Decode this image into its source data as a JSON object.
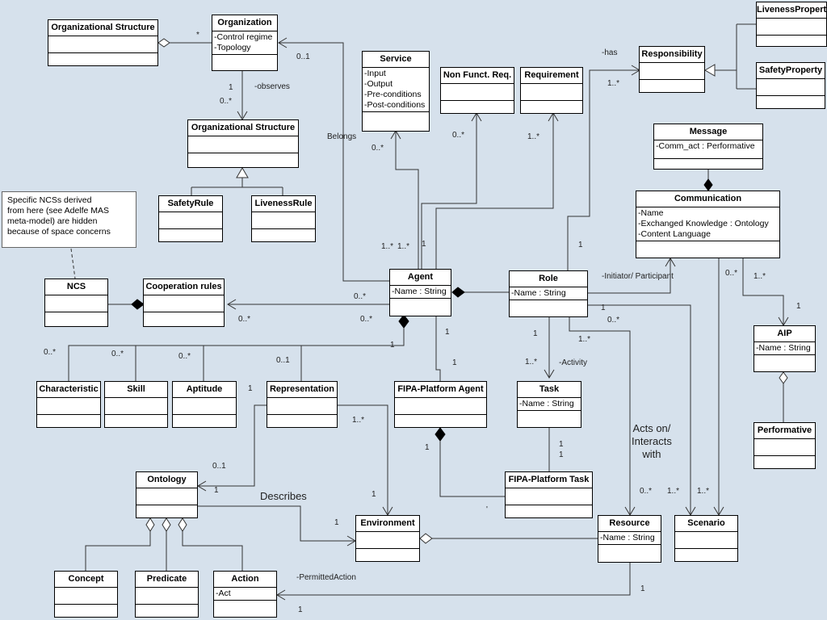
{
  "classes": {
    "org_structure_top": {
      "name": "Organizational Structure",
      "attrs": []
    },
    "organization": {
      "name": "Organization",
      "attrs": [
        "-Control regime",
        "-Topology"
      ]
    },
    "org_structure_mid": {
      "name": "Organizational Structure",
      "attrs": []
    },
    "safety_rule": {
      "name": "SafetyRule",
      "attrs": []
    },
    "liveness_rule": {
      "name": "LivenessRule",
      "attrs": []
    },
    "service": {
      "name": "Service",
      "attrs": [
        "-Input",
        "-Output",
        "-Pre-conditions",
        "-Post-conditions"
      ]
    },
    "non_funct_req": {
      "name": "Non Funct. Req.",
      "attrs": []
    },
    "requirement": {
      "name": "Requirement",
      "attrs": []
    },
    "responsibility": {
      "name": "Responsibility",
      "attrs": []
    },
    "liveness_property": {
      "name": "LivenessPropert",
      "attrs": []
    },
    "safety_property": {
      "name": "SafetyProperty",
      "attrs": []
    },
    "message": {
      "name": "Message",
      "attrs": [
        "-Comm_act : Performative"
      ]
    },
    "communication": {
      "name": "Communication",
      "attrs": [
        "-Name",
        "-Exchanged Knowledge : Ontology",
        "-Content Language"
      ]
    },
    "ncs": {
      "name": "NCS",
      "attrs": []
    },
    "cooperation_rules": {
      "name": "Cooperation rules",
      "attrs": []
    },
    "agent": {
      "name": "Agent",
      "attrs": [
        "-Name : String"
      ]
    },
    "role": {
      "name": "Role",
      "attrs": [
        "-Name : String"
      ]
    },
    "aip": {
      "name": "AIP",
      "attrs": [
        "-Name : String"
      ]
    },
    "characteristic": {
      "name": "Characteristic",
      "attrs": []
    },
    "skill": {
      "name": "Skill",
      "attrs": []
    },
    "aptitude": {
      "name": "Aptitude",
      "attrs": []
    },
    "representation": {
      "name": "Representation",
      "attrs": []
    },
    "fipa_platform_agent": {
      "name": "FIPA-Platform Agent",
      "attrs": []
    },
    "task": {
      "name": "Task",
      "attrs": [
        "-Name : String"
      ]
    },
    "performative": {
      "name": "Performative",
      "attrs": []
    },
    "ontology": {
      "name": "Ontology",
      "attrs": []
    },
    "fipa_platform_task": {
      "name": "FIPA-Platform Task",
      "attrs": []
    },
    "environment": {
      "name": "Environment",
      "attrs": []
    },
    "resource": {
      "name": "Resource",
      "attrs": [
        "-Name : String"
      ]
    },
    "scenario": {
      "name": "Scenario",
      "attrs": []
    },
    "concept": {
      "name": "Concept",
      "attrs": []
    },
    "predicate": {
      "name": "Predicate",
      "attrs": []
    },
    "action": {
      "name": "Action",
      "attrs": [
        "-Act"
      ]
    }
  },
  "note": {
    "text": "Specific NCSs derived\nfrom here (see Adelfe MAS\nmeta-model) are hidden\nbecause of space concerns"
  },
  "labels": {
    "star_org": "*",
    "org_01": "0..1",
    "obs_1": "1",
    "observes": "-observes",
    "obs_0star": "0..*",
    "belongs": "Belongs",
    "has": "-has",
    "svc_0star": "0..*",
    "nfr_0star": "0..*",
    "req_1star": "1..*",
    "resp_1star": "1..*",
    "agent_1star_a": "1..*",
    "agent_1star_b": "1..*",
    "agent_1": "1",
    "role_1_up": "1",
    "initiator": "-Initiator/ Participant",
    "comm_0star": "0..*",
    "comm_1star": "1..*",
    "aip_1": "1",
    "coop_0star_a": "0..*",
    "coop_0star_b": "0..*",
    "coop_0star_c": "0..*",
    "char_0star": "0..*",
    "skill_0star": "0..*",
    "apt_0star": "0..*",
    "rep_01": "0..1",
    "agent_1_down": "1",
    "agent_fipa_1": "1",
    "fipa_1": "1",
    "role_1_b": "1",
    "role_0star": "0..*",
    "role_1star": "1..*",
    "role_1": "1",
    "task_1star": "1..*",
    "activity": "-Activity",
    "rep_1": "1",
    "rep_1star": "1..*",
    "task_1a": "1",
    "task_1b": "1",
    "fipa_agent_1": "1",
    "acts_on": "Acts on/\nInteracts\nwith",
    "onto_01": "0..1",
    "onto_1": "1",
    "describes": "Describes",
    "env_1": "1",
    "env_1b": "1",
    "res_0star": "0..*",
    "scen_1star_a": "1..*",
    "scen_1star_b": "1..*",
    "permitted": "-PermittedAction",
    "res_1": "1",
    "act_1": "1",
    "dot": "'"
  }
}
